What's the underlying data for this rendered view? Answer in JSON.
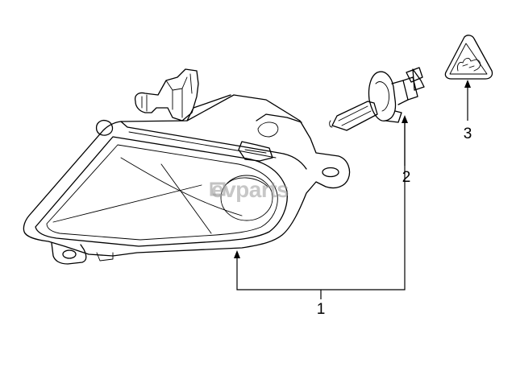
{
  "callouts": [
    {
      "number": "1",
      "part": "fog-lamp-assembly"
    },
    {
      "number": "2",
      "part": "bulb"
    },
    {
      "number": "3",
      "part": "warning-label"
    }
  ],
  "watermark": "evparts",
  "colors": {
    "line": "#000000",
    "watermark": "#9a9a9a",
    "background": "#ffffff"
  }
}
